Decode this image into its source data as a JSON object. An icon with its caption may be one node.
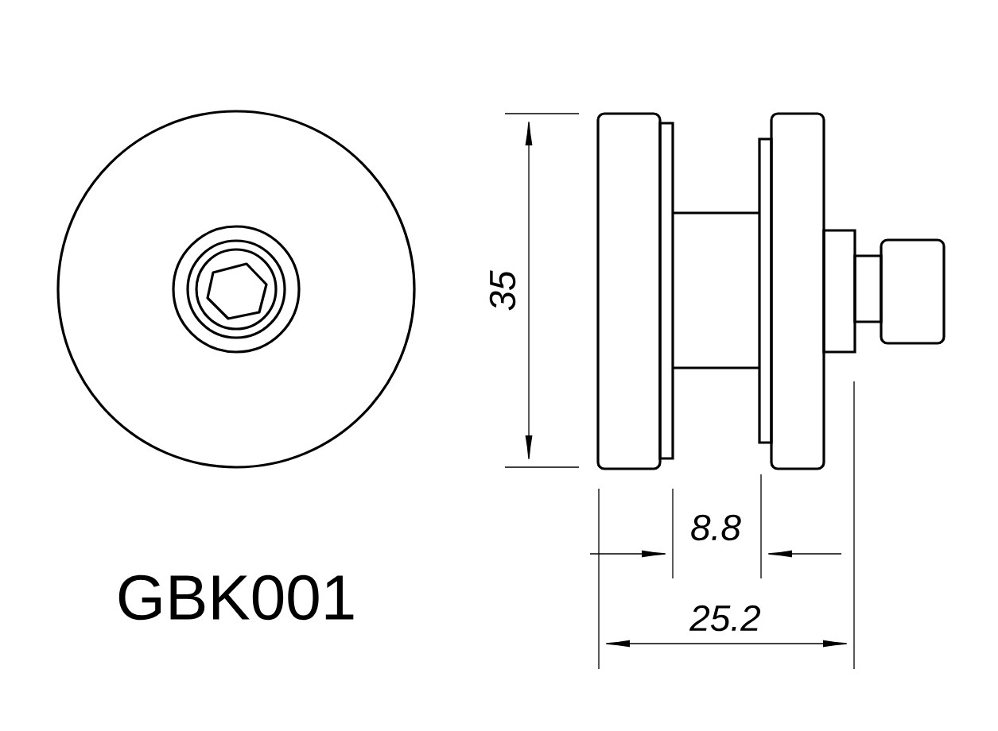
{
  "diagram": {
    "labels": [
      "35",
      "8.8",
      "25.2",
      "GBK001"
    ]
  }
}
